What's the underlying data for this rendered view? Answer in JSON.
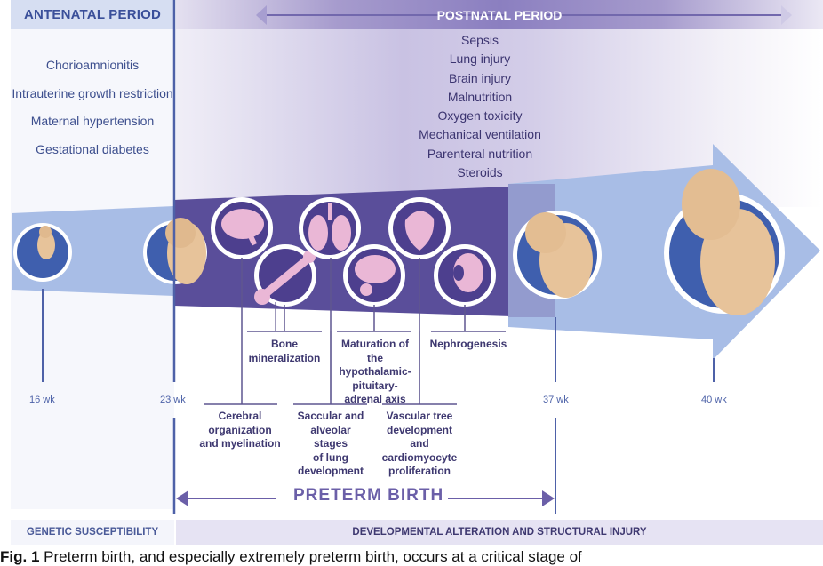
{
  "header": {
    "antenatal_label": "ANTENATAL PERIOD",
    "postnatal_label": "POSTNATAL PERIOD"
  },
  "antenatal_risks": [
    "Chorioamnionitis",
    "Intrauterine growth restriction",
    "Maternal hypertension",
    "Gestational diabetes"
  ],
  "postnatal_risks": [
    "Sepsis",
    "Lung injury",
    "Brain injury",
    "Malnutrition",
    "Oxygen toxicity",
    "Mechanical ventilation",
    "Parenteral nutrition",
    "Steroids"
  ],
  "timeline": {
    "weeks": [
      "16 wk",
      "23 wk",
      "37 wk",
      "40 wk"
    ]
  },
  "organs": [
    {
      "icon": "brain-icon",
      "label": "Cerebral organization and myelination"
    },
    {
      "icon": "bone-icon",
      "label": "Bone mineralization"
    },
    {
      "icon": "lungs-icon",
      "label": "Saccular and alveolar stages of lung development"
    },
    {
      "icon": "brain-section-icon",
      "label": "Maturation of the hypothalamic-pituitary-adrenal axis"
    },
    {
      "icon": "heart-icon",
      "label": "Vascular tree development and cardiomyocyte proliferation"
    },
    {
      "icon": "kidney-icon",
      "label": "Nephrogenesis"
    }
  ],
  "dev_labels": {
    "bone": [
      "Bone",
      "mineralization"
    ],
    "hpa": [
      "Maturation of the",
      "hypothalamic-",
      "pituitary-",
      "adrenal axis"
    ],
    "nephro": [
      "Nephrogenesis"
    ],
    "cerebral": [
      "Cerebral",
      "organization",
      "and myelination"
    ],
    "lung": [
      "Saccular and",
      "alveolar",
      "stages",
      "of lung",
      "development"
    ],
    "vascular": [
      "Vascular tree",
      "development",
      "and",
      "cardiomyocyte",
      "proliferation"
    ]
  },
  "preterm_label": "PRETERM BIRTH",
  "footer": {
    "left": "GENETIC SUSCEPTIBILITY",
    "right": "DEVELOPMENTAL ALTERATION AND STRUCTURAL INJURY"
  },
  "caption": {
    "prefix": "Fig. 1",
    "text": " Preterm birth, and especially extremely preterm birth, occurs at a critical stage of"
  },
  "colors": {
    "band_purple": "#5a4e9a",
    "arrow_blue": "#a8bde6",
    "circle_blue": "#3f5fae",
    "organ_pink": "#eab7d6",
    "text_navy": "#3e3870"
  }
}
